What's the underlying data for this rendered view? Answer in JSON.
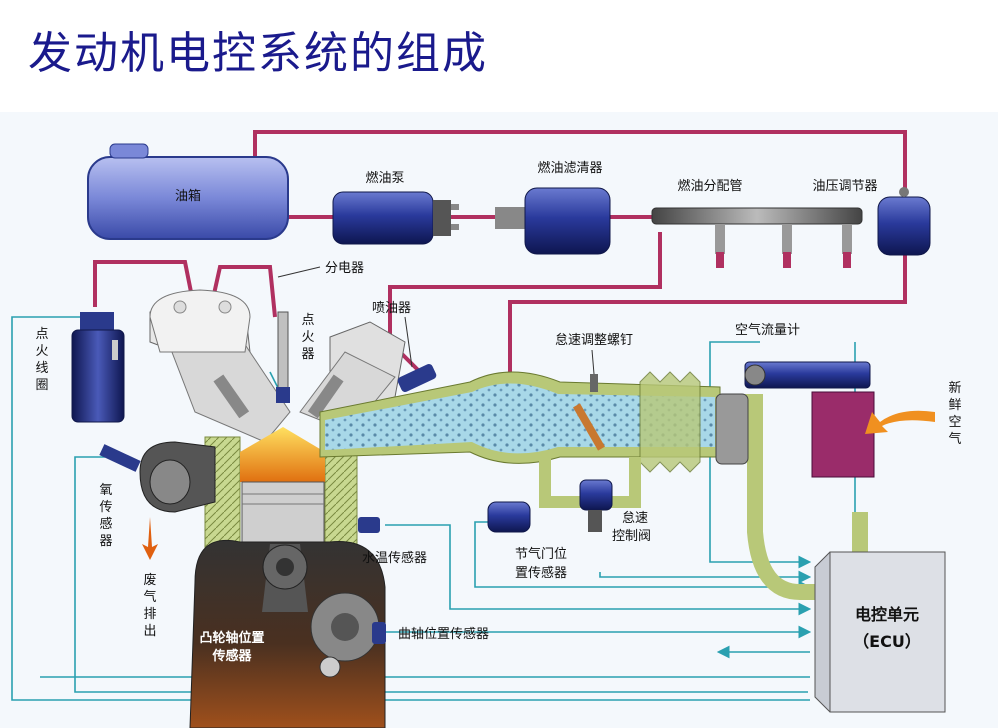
{
  "title": "发动机电控系统的组成",
  "labels": {
    "fuel_tank": "油箱",
    "fuel_pump": "燃油泵",
    "fuel_filter": "燃油滤清器",
    "fuel_rail": "燃油分配管",
    "pressure_regulator": "油压调节器",
    "distributor": "分电器",
    "spark_plug": [
      "点",
      "火",
      "器"
    ],
    "ignition_coil": [
      "点",
      "火",
      "线",
      "圈"
    ],
    "injector": "喷油器",
    "idle_screw": "怠速调整螺钉",
    "air_flow_meter": "空气流量计",
    "fresh_air": [
      "新",
      "鲜",
      "空",
      "气"
    ],
    "oxygen_sensor": [
      "氧",
      "传",
      "感",
      "器"
    ],
    "exhaust": [
      "废",
      "气",
      "排",
      "出"
    ],
    "coolant_sensor": "水温传感器",
    "throttle_sensor": [
      "节气门位",
      "置传感器"
    ],
    "idle_valve": [
      "怠速",
      "控制阀"
    ],
    "camshaft_sensor": [
      "凸轮轴位置",
      "传感器"
    ],
    "crankshaft_sensor": "曲轴位置传感器",
    "ecu": [
      "电控单元",
      "（ECU）"
    ]
  },
  "colors": {
    "title": "#1a1a8c",
    "fuel_line": "#b03060",
    "signal_line": "#2aa0b0",
    "intake_air": "#9ecfe0",
    "intake_wall": "#b8c878",
    "component_blue": "#2a3a8c",
    "combustion": "#f0a020",
    "oil_sump": "#8b4a1e"
  }
}
